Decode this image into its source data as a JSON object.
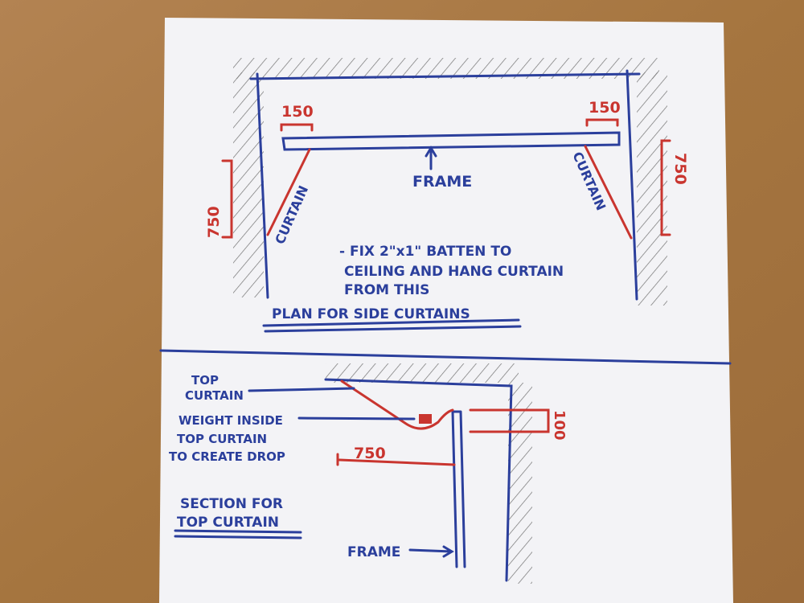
{
  "plan": {
    "dim_left_top": "150",
    "dim_right_top": "150",
    "frame_label": "FRAME",
    "curtain_left": "CURTAIN",
    "curtain_right": "CURTAIN",
    "dim_left_side": "750",
    "dim_right_side": "750",
    "note": [
      "- FIX 2\"x1\" BATTEN TO",
      "CEILING AND HANG CURTAIN",
      "FROM THIS"
    ],
    "title": "PLAN FOR SIDE CURTAINS"
  },
  "section": {
    "top_curtain_label": [
      "TOP",
      "CURTAIN"
    ],
    "weight_label": [
      "WEIGHT INSIDE",
      "TOP CURTAIN",
      "TO CREATE DROP"
    ],
    "dim_horizontal": "750",
    "dim_vertical": "100",
    "title": [
      "SECTION FOR",
      "TOP CURTAIN"
    ],
    "frame_label": "FRAME"
  },
  "colors": {
    "ink_blue": "#2b3f9c",
    "ink_red": "#c9352f",
    "paper": "#f3f3f6",
    "table": "#a9794a"
  }
}
